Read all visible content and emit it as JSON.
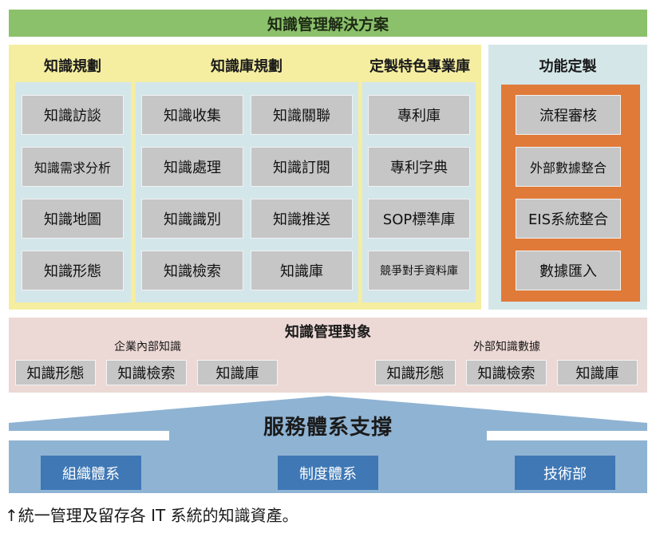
{
  "title": "知識管理解決方案",
  "planning": {
    "knowledge_planning": {
      "title": "知識規劃",
      "items": [
        "知識訪談",
        "知識需求分析",
        "知識地圖",
        "知識形態"
      ]
    },
    "library_planning": {
      "title": "知識庫規劃",
      "items": [
        "知識收集",
        "知識關聯",
        "知識處理",
        "知識訂閱",
        "知識識別",
        "知識推送",
        "知識檢索",
        "知識庫"
      ]
    },
    "custom_library": {
      "title": "定製特色專業庫",
      "items": [
        "專利庫",
        "專利字典",
        "SOP標準庫",
        "競爭對手資料庫"
      ]
    }
  },
  "functions": {
    "title": "功能定製",
    "items": [
      "流程審核",
      "外部數據整合",
      "EIS系統整合",
      "數據匯入"
    ]
  },
  "management": {
    "title": "知識管理對象",
    "internal": {
      "label": "企業內部知識",
      "items": [
        "知識形態",
        "知識檢索",
        "知識庫"
      ]
    },
    "external": {
      "label": "外部知識數據",
      "items": [
        "知識形態",
        "知識檢索",
        "知識庫"
      ]
    }
  },
  "support": {
    "title": "服務體系支撐",
    "pillars": [
      "組織體系",
      "制度體系",
      "技術部"
    ]
  },
  "caption": "↑統一管理及留存各 IT 系統的知識資產。",
  "colors": {
    "banner": "#8bc16b",
    "planning_bg": "#f5eea0",
    "sub_bg": "#d3e6ea",
    "box": "#c6c6c6",
    "orange": "#e07a38",
    "management_bg": "#ecd8d4",
    "support": "#8fb3d3",
    "pillar": "#3f78b5"
  }
}
